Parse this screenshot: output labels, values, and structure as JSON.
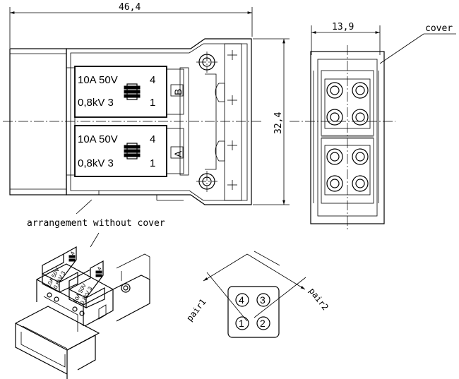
{
  "dimensions": {
    "front_width": "46,4",
    "side_width": "13,9",
    "height": "32,4"
  },
  "labels": {
    "cover": "cover",
    "arrangement": "arrangement without cover",
    "pair1": "pair1",
    "pair2": "pair2"
  },
  "module_top": {
    "rating_line1": "10A 50V",
    "rating_line2": "0,8kV 3",
    "pin_top": "4",
    "pin_bottom": "1",
    "letter": "B"
  },
  "module_bottom": {
    "rating_line1": "10A 50V",
    "rating_line2": "0,8kV 3",
    "pin_top": "4",
    "pin_bottom": "1",
    "letter": "A"
  },
  "iso_module": {
    "rating1": "10A 50V",
    "rating2": "0,8kV 3",
    "pin": "4"
  },
  "pin_diagram": {
    "pins": [
      "4",
      "3",
      "1",
      "2"
    ]
  }
}
